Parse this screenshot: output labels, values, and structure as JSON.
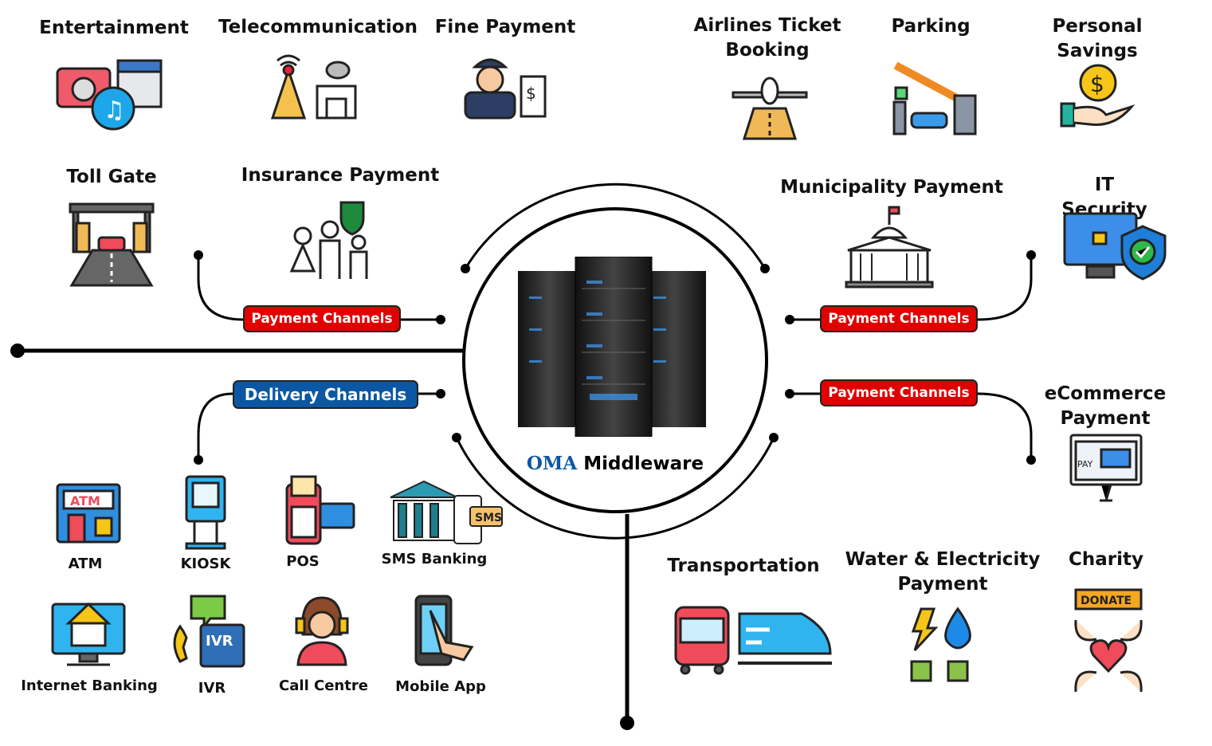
{
  "center": {
    "brand": "OMA",
    "title": "Middleware"
  },
  "badges": {
    "payment_left": "Payment Channels",
    "payment_right_top": "Payment Channels",
    "payment_right_bottom": "Payment Channels",
    "delivery": "Delivery Channels"
  },
  "services": {
    "entertainment": "Entertainment",
    "telecommunication": "Telecommunication",
    "fine_payment": "Fine Payment",
    "airlines": "Airlines Ticket\nBooking",
    "parking": "Parking",
    "personal_savings": "Personal Savings",
    "toll_gate": "Toll Gate",
    "insurance": "Insurance Payment",
    "municipality": "Municipality Payment",
    "it_security": "IT Security",
    "ecommerce": "eCommerce\nPayment",
    "transportation": "Transportation",
    "water_electricity": "Water & Electricity\nPayment",
    "charity": "Charity"
  },
  "channels": {
    "atm": "ATM",
    "kiosk": "KIOSK",
    "pos": "POS",
    "sms_banking": "SMS Banking",
    "internet_banking": "Internet Banking",
    "ivr": "IVR",
    "call_centre": "Call Centre",
    "mobile_app": "Mobile App"
  },
  "icon_text": {
    "atm": "ATM",
    "sms": "SMS",
    "ivr": "IVR",
    "pay": "PAY",
    "donate": "DONATE"
  },
  "colors": {
    "payment": "#e00000",
    "delivery": "#0b57a4",
    "lines": "#000000"
  }
}
